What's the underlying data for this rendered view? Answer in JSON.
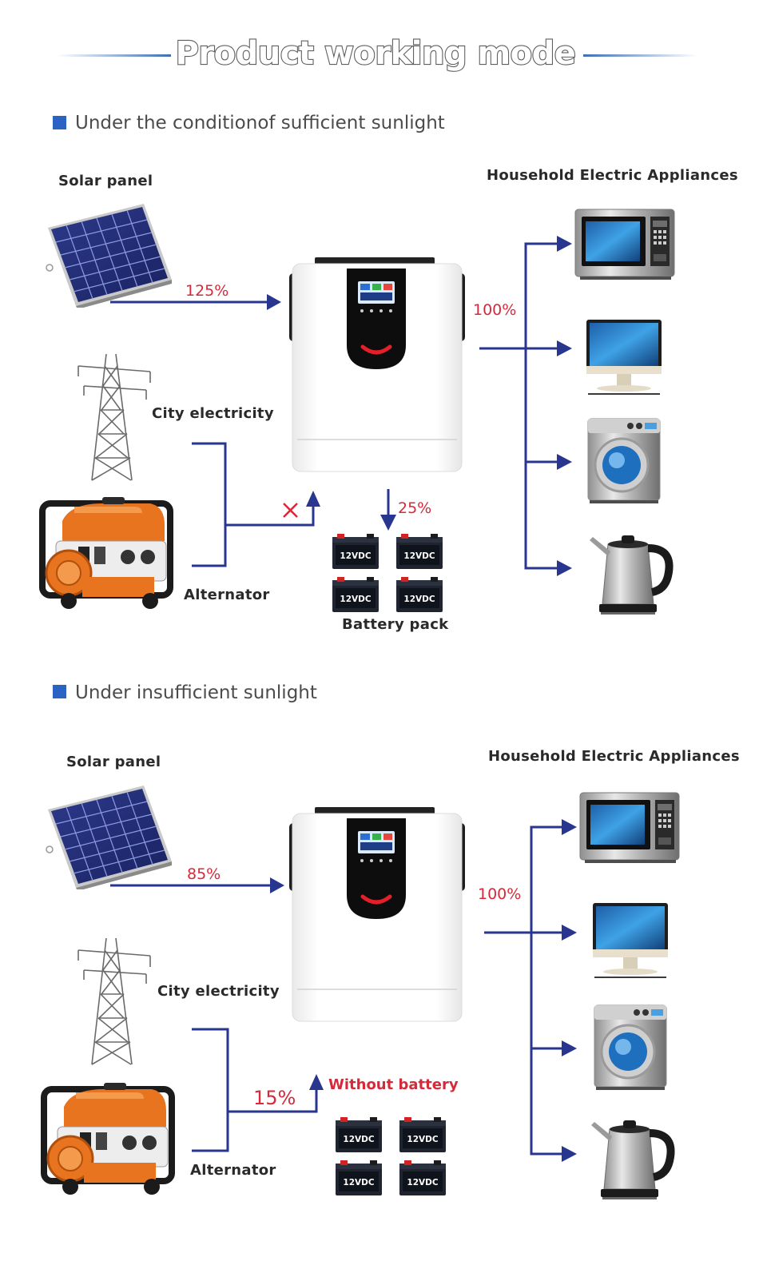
{
  "title": "Product working mode",
  "colors": {
    "flow_line": "#28368f",
    "percent_text": "#d6293a",
    "section_marker": "#2b63c4",
    "title_rule": "#3c6fb5"
  },
  "sections": [
    {
      "heading": "Under the conditionof sufficient sunlight",
      "solar_label": "Solar panel",
      "appliances_label": "Household Electric Appliances",
      "city_label": "City electricity",
      "alternator_label": "Alternator",
      "solar_percent": "125%",
      "output_percent": "100%",
      "battery_percent": "25%",
      "grid_status_icon": "x-mark-icon",
      "battery_label": "Battery pack",
      "battery_units": [
        "12VDC",
        "12VDC",
        "12VDC",
        "12VDC"
      ]
    },
    {
      "heading": "Under insufficient sunlight",
      "solar_label": "Solar panel",
      "appliances_label": "Household Electric Appliances",
      "city_label": "City electricity",
      "alternator_label": "Alternator",
      "solar_percent": "85%",
      "output_percent": "100%",
      "grid_percent": "15%",
      "battery_note": "Without battery",
      "battery_units": [
        "12VDC",
        "12VDC",
        "12VDC",
        "12VDC"
      ]
    }
  ],
  "appliances": [
    "microwave-icon",
    "monitor-icon",
    "washing-machine-icon",
    "kettle-icon"
  ]
}
